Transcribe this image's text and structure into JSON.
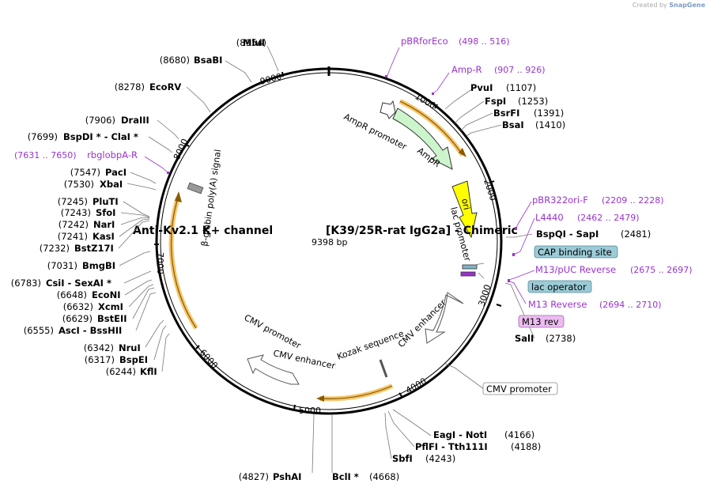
{
  "credit": {
    "prefix": "Created by",
    "brand": "SnapGene"
  },
  "plasmid": {
    "name_left": "Anti-Kv2.1 K+ channel",
    "name_right": "[K39/25R-rat IgG2a] - Chimeric",
    "size": "9398 bp"
  },
  "ticks": [
    "1000",
    "2000",
    "3000",
    "4000",
    "5000",
    "6000",
    "7000",
    "8000",
    "9000"
  ],
  "colors": {
    "feature_purple": "#9933cc",
    "site_black": "#000000",
    "arrow_orange": "#f5c56a",
    "amp_green": "#ccf5cc",
    "ori_yellow": "#ffff00",
    "cap_blue": "#9bcbd6",
    "m13rev_pink": "#ecbcf0"
  },
  "sites": [
    {
      "name": "MluI",
      "pos": "(8954)"
    },
    {
      "name": "BsaBI",
      "pos": "(8680)"
    },
    {
      "name": "EcoRV",
      "pos": "(8278)"
    },
    {
      "name": "PvuI",
      "pos": "(1107)"
    },
    {
      "name": "FspI",
      "pos": "(1253)"
    },
    {
      "name": "BsrFI",
      "pos": "(1391)"
    },
    {
      "name": "BsaI",
      "pos": "(1410)"
    },
    {
      "name": "DraIII",
      "pos": "(7906)"
    },
    {
      "name": "BspDI * - ClaI *",
      "pos": "(7699)"
    },
    {
      "name": "PacI",
      "pos": "(7547)"
    },
    {
      "name": "XbaI",
      "pos": "(7530)"
    },
    {
      "name": "PluTI",
      "pos": "(7245)"
    },
    {
      "name": "SfoI",
      "pos": "(7243)"
    },
    {
      "name": "NarI",
      "pos": "(7242)"
    },
    {
      "name": "KasI",
      "pos": "(7241)"
    },
    {
      "name": "BstZ17I",
      "pos": "(7232)"
    },
    {
      "name": "BmgBI",
      "pos": "(7031)"
    },
    {
      "name": "CsiI - SexAI *",
      "pos": "(6783)"
    },
    {
      "name": "EcoNI",
      "pos": "(6648)"
    },
    {
      "name": "XcmI",
      "pos": "(6632)"
    },
    {
      "name": "BstEII",
      "pos": "(6629)"
    },
    {
      "name": "AscI - BssHII",
      "pos": "(6555)"
    },
    {
      "name": "NruI",
      "pos": "(6342)"
    },
    {
      "name": "BspEI",
      "pos": "(6317)"
    },
    {
      "name": "KflI",
      "pos": "(6244)"
    },
    {
      "name": "BspQI - SapI",
      "pos": "(2481)"
    },
    {
      "name": "SalI",
      "pos": "(2738)"
    },
    {
      "name": "EagI - NotI",
      "pos": "(4166)"
    },
    {
      "name": "PflFI - Tth111I",
      "pos": "(4188)"
    },
    {
      "name": "SbfI",
      "pos": "(4243)"
    },
    {
      "name": "PshAI",
      "pos": "(4827)"
    },
    {
      "name": "BclI *",
      "pos": "(4668)"
    }
  ],
  "primers": [
    {
      "name": "pBRforEco",
      "range": "(498 .. 516)"
    },
    {
      "name": "Amp-R",
      "range": "(907 .. 926)"
    },
    {
      "name": "rbglobpA-R",
      "range": "(7631 .. 7650)"
    },
    {
      "name": "pBR322ori-F",
      "range": "(2209 .. 2228)"
    },
    {
      "name": "L4440",
      "range": "(2462 .. 2479)"
    },
    {
      "name": "M13/pUC Reverse",
      "range": "(2675 .. 2697)"
    },
    {
      "name": "M13 Reverse",
      "range": "(2694 .. 2710)"
    }
  ],
  "boxed": {
    "cap": "CAP binding site",
    "lac": "lac operator",
    "m13rev": "M13 rev",
    "cmv": "CMV promoter"
  },
  "features": {
    "ampr_promoter": "AmpR promoter",
    "ampr": "AmpR",
    "ori": "ori",
    "lac_promoter": "lac promoter",
    "cmv_enhancer_1": "CMV enhancer",
    "kozak": "Kozak sequence",
    "cmv_promoter_2": "CMV promoter",
    "cmv_enhancer_2": "CMV enhancer",
    "globin": "β-globin poly(A) signal"
  }
}
